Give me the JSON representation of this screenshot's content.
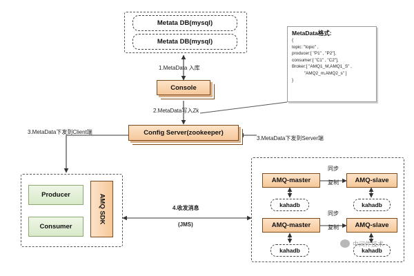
{
  "metadata_db": {
    "primary_label": "Metata DB(mysql)",
    "secondary_label": "Metata DB(mysql)"
  },
  "steps": {
    "step1": "1.MetaData 入库",
    "step2": "2.MetaData写入Zk",
    "step3_client": "3.MetaData下发到Client端",
    "step3_server": "3.MetaData下发到Server端",
    "step4_line1": "4.收发消息",
    "step4_line2": "(JMS)"
  },
  "console_label": "Console",
  "config_server_label": "Config Server(zookeeper)",
  "metadata_format": {
    "title": "MetaData格式:",
    "lines": [
      "{",
      "topic: \"topic\" ,",
      "producer:[ \"P1\" , \"P2\"],",
      "consumer:[ \"C1\" , \"C2\"],",
      "Broker:[ \"AMQ1_M,AMQ1_S\" ,",
      "          \"AMQ2_m,AMQ2_s\" ]",
      "}"
    ]
  },
  "client": {
    "producer_label": "Producer",
    "consumer_label": "Consumer",
    "sdk_label": "AMQ SDK"
  },
  "server": {
    "pair1": {
      "master": "AMQ-master",
      "slave": "AMQ-slave",
      "sync_line1": "同步",
      "sync_line2": "复制"
    },
    "pair2": {
      "master": "AMQ-master",
      "slave": "AMQ-slave",
      "sync_line1": "同步",
      "sync_line2": "复制"
    },
    "kahadb_labels": [
      "kahadb",
      "kahadb",
      "kahadb",
      "kahadb"
    ]
  },
  "watermark": "中间件技术"
}
